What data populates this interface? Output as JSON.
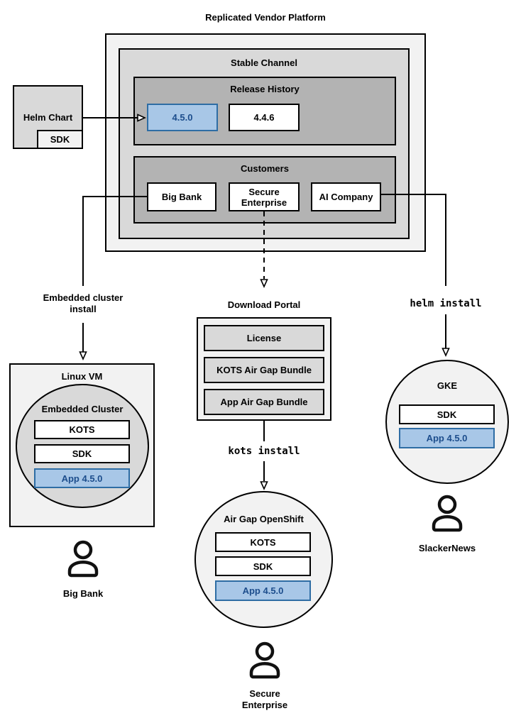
{
  "title": "Replicated Vendor Platform",
  "colors": {
    "outer_fill": "#f2f2f2",
    "mid_fill": "#d9d9d9",
    "inner_fill": "#b3b3b3",
    "white_fill": "#ffffff",
    "blue_fill": "#a8c7e7",
    "blue_border": "#2e6da4",
    "blue_text": "#1c4d8c",
    "line_color": "#000000"
  },
  "platform": {
    "stable_channel": {
      "label": "Stable Channel",
      "release_history": {
        "label": "Release History",
        "releases": [
          {
            "label": "4.5.0",
            "highlighted": true
          },
          {
            "label": "4.4.6",
            "highlighted": false
          }
        ]
      },
      "customers": {
        "label": "Customers",
        "items": [
          {
            "label": "Big Bank"
          },
          {
            "label": "Secure Enterprise"
          },
          {
            "label": "AI Company"
          }
        ]
      }
    }
  },
  "helm_chart": {
    "label": "Helm Chart",
    "sdk_label": "SDK"
  },
  "flows": {
    "left": {
      "label_line1": "Embedded cluster",
      "label_line2": "install"
    },
    "middle": {
      "install_label": "kots install"
    },
    "right": {
      "install_label": "helm install"
    }
  },
  "download_portal": {
    "title": "Download Portal",
    "items": [
      "License",
      "KOTS Air Gap Bundle",
      "App Air Gap Bundle"
    ]
  },
  "linux_vm": {
    "label": "Linux VM",
    "embedded_cluster": {
      "label": "Embedded Cluster",
      "components": [
        "KOTS",
        "SDK",
        "App 4.5.0"
      ]
    },
    "user": "Big Bank"
  },
  "airgap_openshift": {
    "label": "Air Gap OpenShift",
    "components": [
      "KOTS",
      "SDK",
      "App 4.5.0"
    ],
    "user": "Secure Enterprise"
  },
  "gke": {
    "label": "GKE",
    "components": [
      "SDK",
      "App 4.5.0"
    ],
    "user": "SlackerNews"
  }
}
